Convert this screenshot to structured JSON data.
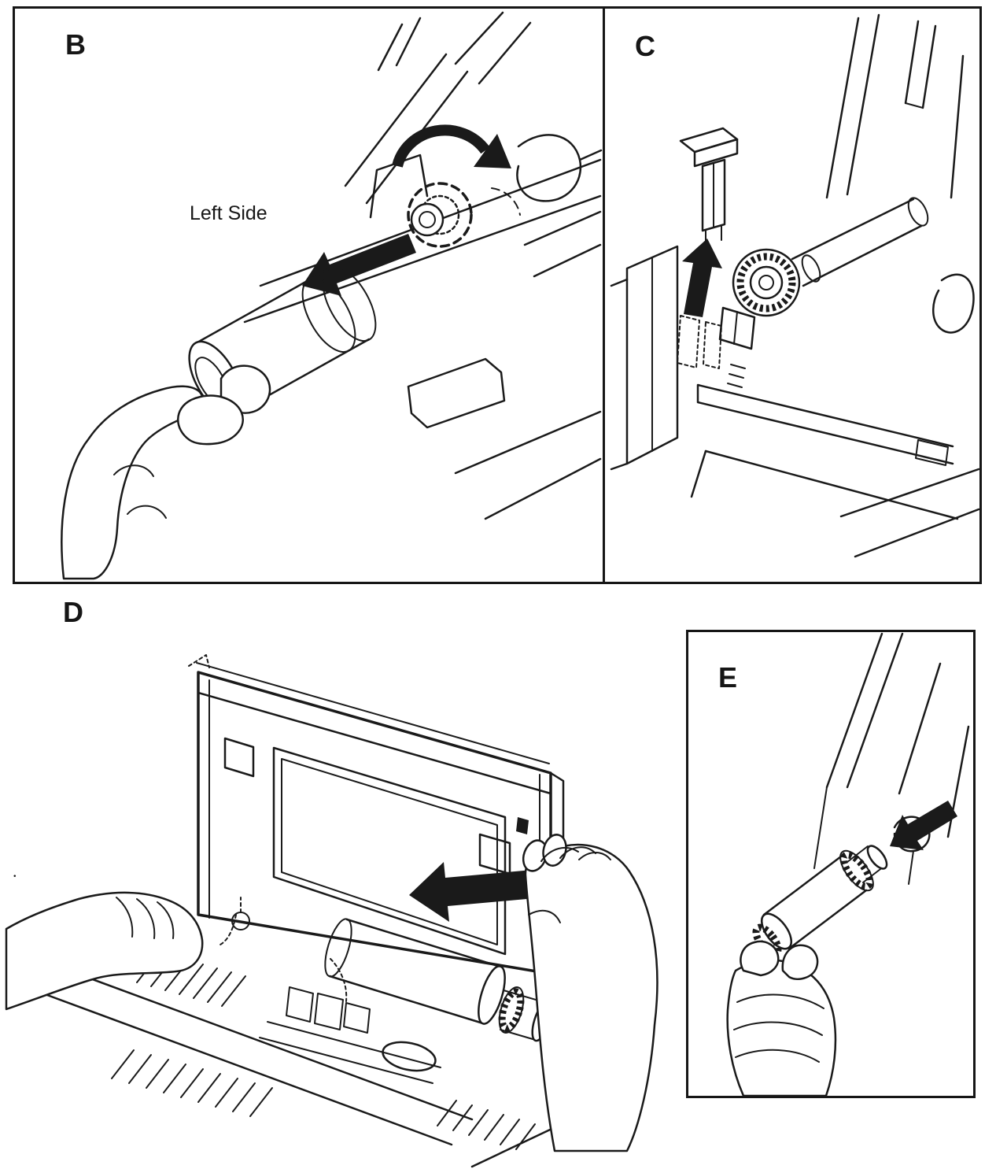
{
  "document": {
    "type": "service-manual-instruction-diagram",
    "colors": {
      "ink": "#1a1a1a",
      "paper": "#ffffff"
    },
    "panels": {
      "b": {
        "label": "B",
        "annotation": "Left Side"
      },
      "c": {
        "label": "C"
      },
      "d": {
        "label": "D"
      },
      "e": {
        "label": "E"
      }
    },
    "artifacts": {
      "stray_mark": "."
    }
  }
}
